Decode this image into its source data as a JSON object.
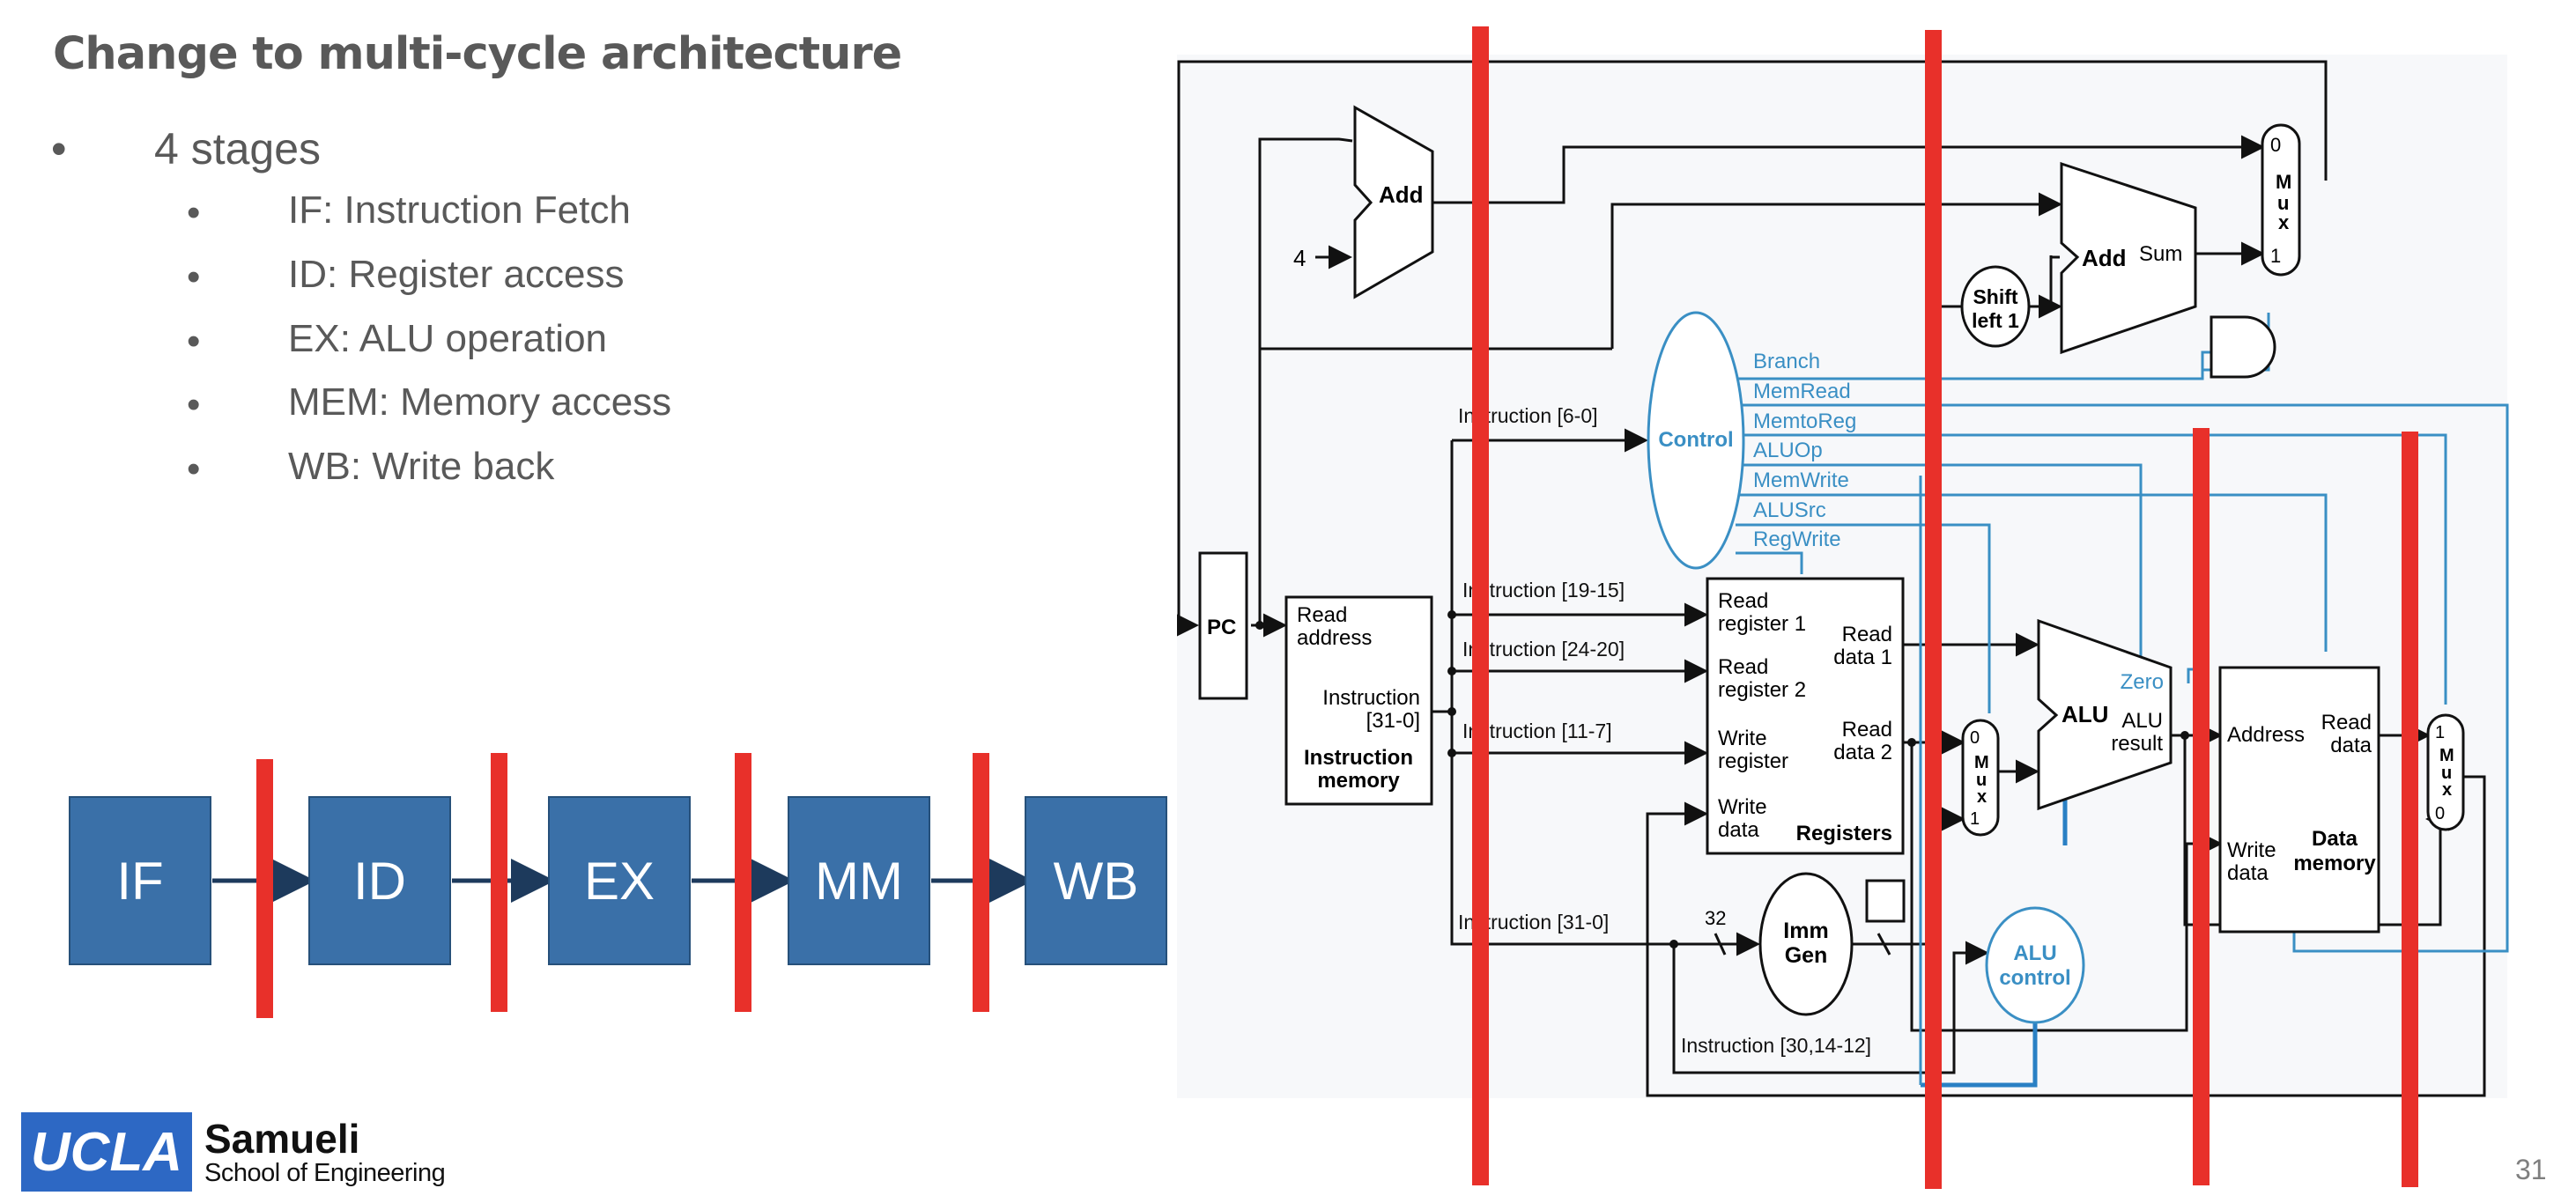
{
  "slide": {
    "title": "Change to multi-cycle architecture",
    "bullet_main": "4 stages",
    "stages": [
      "IF: Instruction Fetch",
      "ID: Register access",
      "EX: ALU operation",
      "MEM: Memory access",
      "WB: Write back"
    ],
    "bullet_glyph": "•",
    "page_number": "31"
  },
  "pipeline": {
    "stages": [
      "IF",
      "ID",
      "EX",
      "MM",
      "WB"
    ],
    "box_color": "#3a70a8",
    "divider_color": "#e8302a"
  },
  "logo": {
    "mark": "UCLA",
    "name": "Samueli",
    "subtitle": "School of Engineering"
  },
  "datapath": {
    "blocks": {
      "add_top": "Add",
      "const4": "4",
      "add_branch": "Add",
      "sum": "Sum",
      "shift": [
        "Shift",
        "left 1"
      ],
      "mux_top": [
        "0",
        "M",
        "u",
        "x",
        "1"
      ],
      "control": "Control",
      "pc": "PC",
      "imem": [
        "Read",
        "address",
        "Instruction",
        "[31-0]",
        "Instruction",
        "memory"
      ],
      "regs": {
        "read_reg1": [
          "Read",
          "register 1"
        ],
        "read_reg2": [
          "Read",
          "register 2"
        ],
        "write_reg": [
          "Write",
          "register"
        ],
        "write_data": [
          "Write",
          "data"
        ],
        "read_data1": [
          "Read",
          "data 1"
        ],
        "read_data2": [
          "Read",
          "data 2"
        ],
        "name": "Registers"
      },
      "mux_alu": [
        "0",
        "M",
        "u",
        "x",
        "1"
      ],
      "alu": "ALU",
      "zero": "Zero",
      "alu_result": [
        "ALU",
        "result"
      ],
      "dmem": {
        "address": "Address",
        "read_data": [
          "Read",
          "data"
        ],
        "write_data": [
          "Write",
          "data"
        ],
        "name": [
          "Data",
          "memory"
        ]
      },
      "mux_wb": [
        "1",
        "M",
        "u",
        "x",
        "0"
      ],
      "imm_gen": [
        "Imm",
        "Gen"
      ],
      "alu_control": [
        "ALU",
        "control"
      ],
      "bus_width": "32"
    },
    "control_signals": [
      "Branch",
      "MemRead",
      "MemtoReg",
      "ALUOp",
      "MemWrite",
      "ALUSrc",
      "RegWrite"
    ],
    "instr_fields": [
      "Instruction [6-0]",
      "Instruction [19-15]",
      "Instruction [24-20]",
      "Instruction [11-7]",
      "Instruction [31-0]",
      "Instruction [30,14-12]"
    ],
    "control_color": "#3a8fc4",
    "pipeline_line_color": "#e8302a"
  }
}
